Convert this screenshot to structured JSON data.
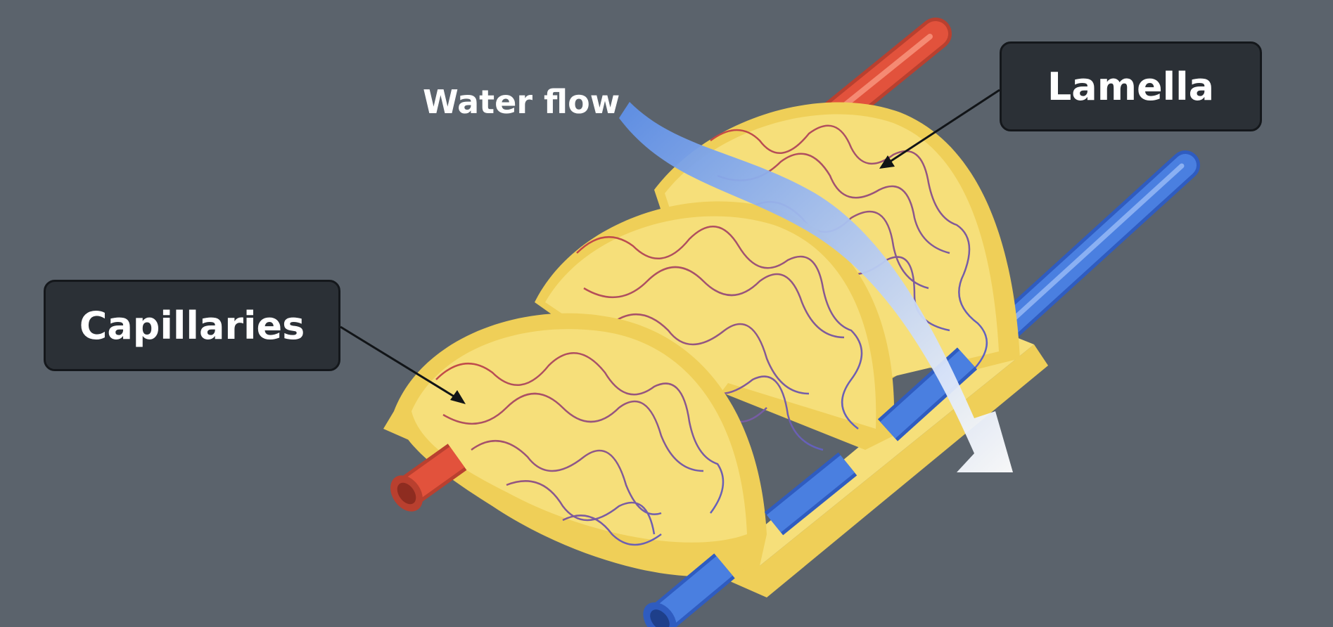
{
  "labels": {
    "capillaries": "Capillaries",
    "lamella": "Lamella",
    "water_flow": "Water flow"
  },
  "colors": {
    "background": "#5b636c",
    "label_box": "#2b3036",
    "lamella_fill": "#f6df7a",
    "capillary_red": "#e2523c",
    "capillary_blue": "#4a7fe0",
    "water_arrow": "#6fa0ef"
  }
}
